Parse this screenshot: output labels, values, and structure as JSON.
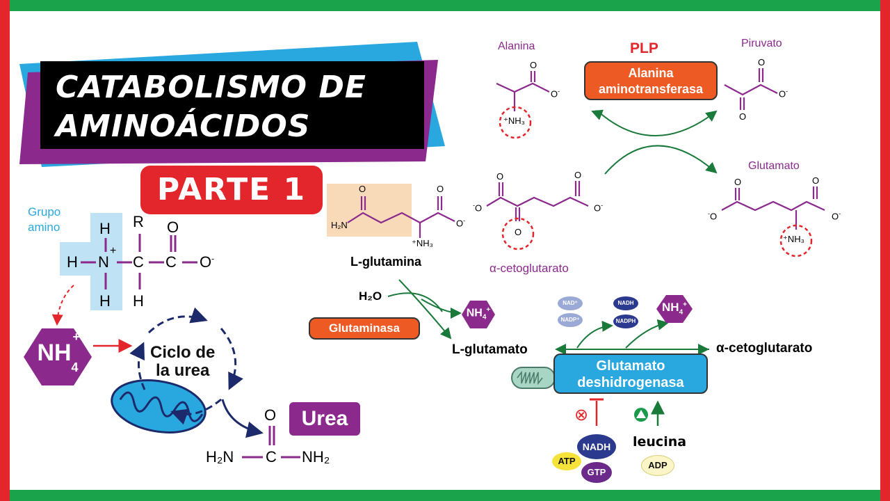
{
  "title": {
    "line1": "CATABOLISMO DE",
    "line2": "AMINOÁCIDOS",
    "part": "PARTE 1"
  },
  "amino_acid": {
    "group_label_line1": "Grupo",
    "group_label_line2": "amino",
    "H": "H",
    "N": "N",
    "plus": "+",
    "C": "C",
    "R": "R",
    "O": "O",
    "O_minus": "O"
  },
  "urea_cycle": {
    "ammonium": "NH",
    "ammonium_sub": "4",
    "ammonium_sup": "+",
    "cycle_line1": "Ciclo de",
    "cycle_line2": "la urea",
    "urea_label": "Urea",
    "urea_left": "H₂N",
    "urea_center": "C",
    "urea_right": "NH₂",
    "urea_O": "O"
  },
  "transamination": {
    "cofactor": "PLP",
    "enzyme_line1": "Alanina",
    "enzyme_line2": "aminotransferasa",
    "alanina": "Alanina",
    "piruvato": "Piruvato",
    "alpha_kg": "α-cetoglutarato",
    "glutamato": "Glutamato",
    "nh3": "⁺NH₃"
  },
  "glutaminase": {
    "l_glutamina": "L-glutamina",
    "h2o": "H₂O",
    "enzyme": "Glutaminasa",
    "l_glutamato": "L-glutamato",
    "h2n": "H₂N"
  },
  "gdh": {
    "enzyme_line1": "Glutamato",
    "enzyme_line2": "deshidrogenasa",
    "product": "α-cetoglutarato",
    "nad": "NAD⁺",
    "nadp": "NADP⁺",
    "nadh": "NADH",
    "nadph": "NADPH",
    "inhibitors": [
      "NADH",
      "ATP",
      "GTP"
    ],
    "activators": [
      "leucina",
      "ADP"
    ],
    "inhibit_symbol": "⊗",
    "activate_symbol": "▲"
  },
  "colors": {
    "purple": "#8b2a8c",
    "red": "#e3262b",
    "green": "#1a7a3a",
    "blue": "#29a8e0",
    "orange": "#ee5a24",
    "navy": "#1c2a6b"
  }
}
